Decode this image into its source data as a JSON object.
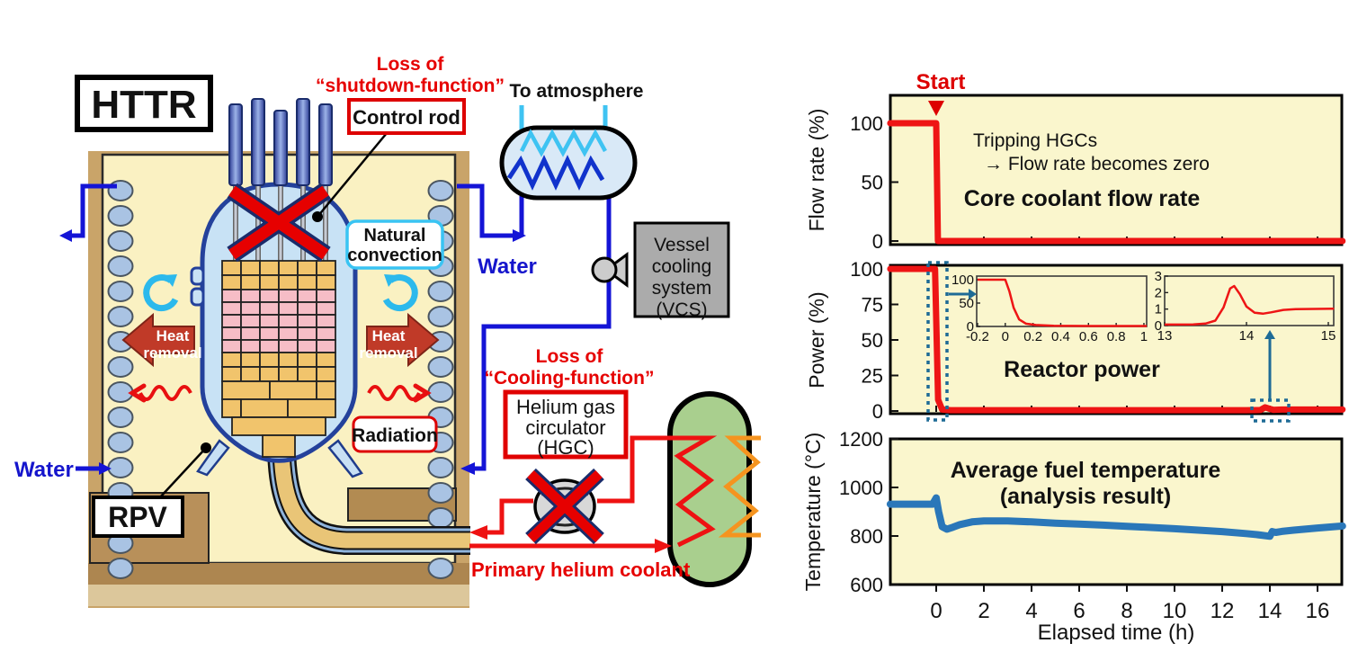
{
  "colors": {
    "panel_bg": "#faf6cd",
    "diagram_yellow": "#faf1c2",
    "tan_wall": "#c9a469",
    "brown_base": "#ad8650",
    "sand": "#dcc79b",
    "chart_red": "#ee1515",
    "chart_blue": "#2a77b9",
    "callout_teal": "#1e6b96",
    "diagram_red": "#e60000",
    "pipe_blue": "#1414d6",
    "pipe_cyan": "#3fc3f2",
    "helium_red": "#ee1212",
    "secondary_orange": "#f5941f",
    "vessel_green": "#a9cf8e",
    "rpv_blue": "#c8e2f5",
    "rpv_border": "#24419b",
    "core_orange": "#f1c46c",
    "core_pink": "#f6bdc6",
    "heat_arrow_red": "#c03a28",
    "coil_blue": "#a9c3e3",
    "gray_box": "#ababab"
  },
  "diagram": {
    "labels": {
      "httr": "HTTR",
      "loss_shutdown_1": "Loss of",
      "loss_shutdown_2": "“shutdown-function”",
      "control_rod": "Control rod",
      "to_atmosphere": "To atmosphere",
      "natural_convection_1": "Natural",
      "natural_convection_2": "convection",
      "water_mid": "Water",
      "water_left": "Water",
      "vcs_1": "Vessel",
      "vcs_2": "cooling",
      "vcs_3": "system",
      "vcs_4": "(VCS)",
      "heat_removal_1": "Heat",
      "heat_removal_2": "removal",
      "radiation": "Radiation",
      "rpv": "RPV",
      "loss_cooling_1": "Loss of",
      "loss_cooling_2": "“Cooling-function”",
      "hgc_1": "Helium gas",
      "hgc_2": "circulator",
      "hgc_3": "(HGC)",
      "primary_helium": "Primary helium coolant"
    }
  },
  "chart_data": [
    {
      "id": "flow",
      "type": "line",
      "title_lines": [
        "Core coolant flow rate"
      ],
      "notes": [
        "Tripping HGCs",
        "→ Flow rate becomes zero"
      ],
      "ylabel": "Flow rate (%)",
      "yticks": [
        0,
        50,
        100
      ],
      "xlim": [
        -1.93,
        17.05
      ],
      "ylim": [
        0,
        124
      ],
      "grid": false,
      "marker": {
        "label": "Start",
        "x": 0
      },
      "series": [
        {
          "name": "core coolant flow rate",
          "color": "#ee1515",
          "x": [
            -1.93,
            0,
            0.07,
            17.05
          ],
          "y": [
            100,
            100,
            0,
            0
          ]
        }
      ]
    },
    {
      "id": "power",
      "type": "line",
      "title_lines": [
        "Reactor power"
      ],
      "ylabel": "Power (%)",
      "yticks": [
        0,
        25,
        50,
        75,
        100
      ],
      "xlim": [
        -1.93,
        17.05
      ],
      "ylim": [
        -2,
        103
      ],
      "grid": false,
      "series": [
        {
          "name": "reactor power",
          "color": "#ee1515",
          "x": [
            -1.93,
            -0.05,
            0.08,
            0.25,
            0.6,
            13,
            13.6,
            13.8,
            13.95,
            14.15,
            14.5,
            17.05
          ],
          "y": [
            100,
            100,
            8,
            1,
            0.6,
            0.6,
            0.7,
            2.6,
            1.8,
            0.8,
            1,
            1
          ]
        }
      ],
      "insets": [
        {
          "name": "power zoom around trip",
          "xticks": [
            -0.2,
            0,
            0.2,
            0.4,
            0.6,
            0.8,
            1
          ],
          "yticks": [
            0,
            50,
            100
          ],
          "xlim": [
            -0.2,
            1.02
          ],
          "ylim": [
            0,
            108
          ],
          "x": [
            -0.2,
            0,
            0.03,
            0.06,
            0.1,
            0.15,
            0.22,
            0.35,
            0.6,
            1.02
          ],
          "y": [
            100,
            100,
            75,
            40,
            15,
            6,
            3,
            1.5,
            1,
            1
          ]
        },
        {
          "name": "power zoom recriticality",
          "xticks": [
            13,
            14,
            15
          ],
          "yticks": [
            0,
            1,
            2,
            3
          ],
          "xlim": [
            13,
            15.07
          ],
          "ylim": [
            0,
            3
          ],
          "x": [
            13,
            13.35,
            13.5,
            13.62,
            13.72,
            13.8,
            13.85,
            13.92,
            14.0,
            14.1,
            14.2,
            14.3,
            14.45,
            14.6,
            15.07
          ],
          "y": [
            0.06,
            0.07,
            0.12,
            0.3,
            1.1,
            2.25,
            2.4,
            1.9,
            1.15,
            0.78,
            0.72,
            0.8,
            0.95,
            1.0,
            1.02
          ]
        }
      ]
    },
    {
      "id": "temp",
      "type": "line",
      "title_lines": [
        "Average fuel temperature",
        "(analysis result)"
      ],
      "ylabel": "Temperature (°C)",
      "yticks": [
        600,
        800,
        1000,
        1200
      ],
      "xticks": [
        0,
        2,
        4,
        6,
        8,
        10,
        12,
        14,
        16
      ],
      "xlabel": "Elapsed time (h)",
      "xlim": [
        -1.93,
        17.05
      ],
      "ylim": [
        600,
        1200
      ],
      "grid": false,
      "series": [
        {
          "name": "average fuel temperature",
          "color": "#2a77b9",
          "x": [
            -1.93,
            -0.15,
            0,
            0.1,
            0.25,
            0.45,
            0.7,
            1,
            1.5,
            2,
            3,
            4,
            5,
            6,
            7,
            8,
            9,
            10,
            11,
            12,
            13,
            13.5,
            14,
            14.1,
            14.25,
            14.5,
            15,
            16,
            17.05
          ],
          "y": [
            931,
            931,
            957,
            900,
            838,
            828,
            836,
            847,
            858,
            862,
            862,
            858,
            853,
            849,
            845,
            840,
            835,
            830,
            824,
            818,
            810,
            805,
            799,
            818,
            815,
            819,
            824,
            833,
            841
          ]
        }
      ]
    }
  ]
}
